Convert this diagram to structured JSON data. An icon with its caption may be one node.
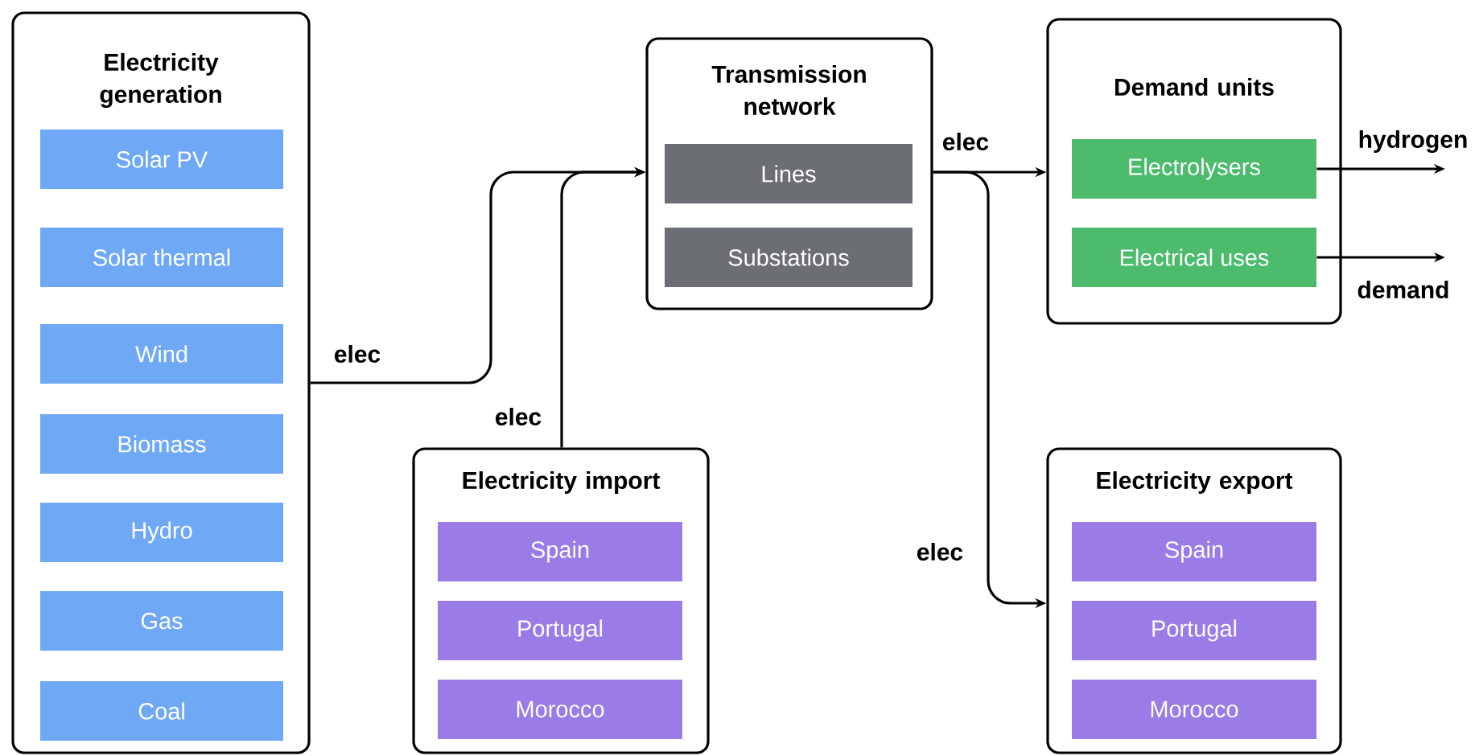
{
  "diagram": {
    "nodes": [
      {
        "text": [
          "Electricity generation"
        ]
      },
      {
        "text": [
          "Solar PV"
        ],
        "in": 0
      },
      {
        "text": [
          "Solar thermal"
        ],
        "in": 0
      },
      {
        "text": [
          "Wind"
        ],
        "in": 0
      },
      {
        "text": [
          "Biomass"
        ],
        "in": 0
      },
      {
        "text": [
          "Hydro"
        ],
        "in": 0
      },
      {
        "text": [
          "Gas"
        ],
        "in": 0
      },
      {
        "text": [
          "Coal"
        ],
        "in": 0
      },
      {
        "text": [
          "Transmission network"
        ]
      },
      {
        "text": [
          "Lines"
        ],
        "in": 8
      },
      {
        "text": [
          "Substations"
        ],
        "in": 8
      },
      {
        "text": [
          "Demand units"
        ]
      },
      {
        "text": [
          "Electrolysers"
        ],
        "in": 11
      },
      {
        "text": [
          "Electrical uses"
        ],
        "in": 11
      },
      {
        "text": [
          "Electricity import"
        ]
      },
      {
        "text": [
          "Spain"
        ],
        "in": 14
      },
      {
        "text": [
          "Portugal"
        ],
        "in": 14
      },
      {
        "text": [
          "Morocco"
        ],
        "in": 14
      },
      {
        "text": [
          "Electricity export"
        ]
      },
      {
        "text": [
          "Spain"
        ],
        "in": 18
      },
      {
        "text": [
          "Portugal"
        ],
        "in": 18
      },
      {
        "text": [
          "Morocco"
        ],
        "in": 18
      }
    ],
    "edges": [
      {
        "from": 0,
        "to": 8,
        "arrow": "to",
        "label": "elec"
      },
      {
        "from": 14,
        "to": 8,
        "arrow": "to",
        "label": "elec"
      },
      {
        "from": 8,
        "to": 11,
        "arrow": "to",
        "label": "elec"
      },
      {
        "from": 8,
        "to": 18,
        "arrow": "to",
        "label": "elec"
      },
      {
        "from": 12,
        "to": null,
        "arrow": "to",
        "label": "hydrogen"
      },
      {
        "from": 13,
        "to": null,
        "arrow": "to",
        "label": "demand"
      }
    ]
  }
}
